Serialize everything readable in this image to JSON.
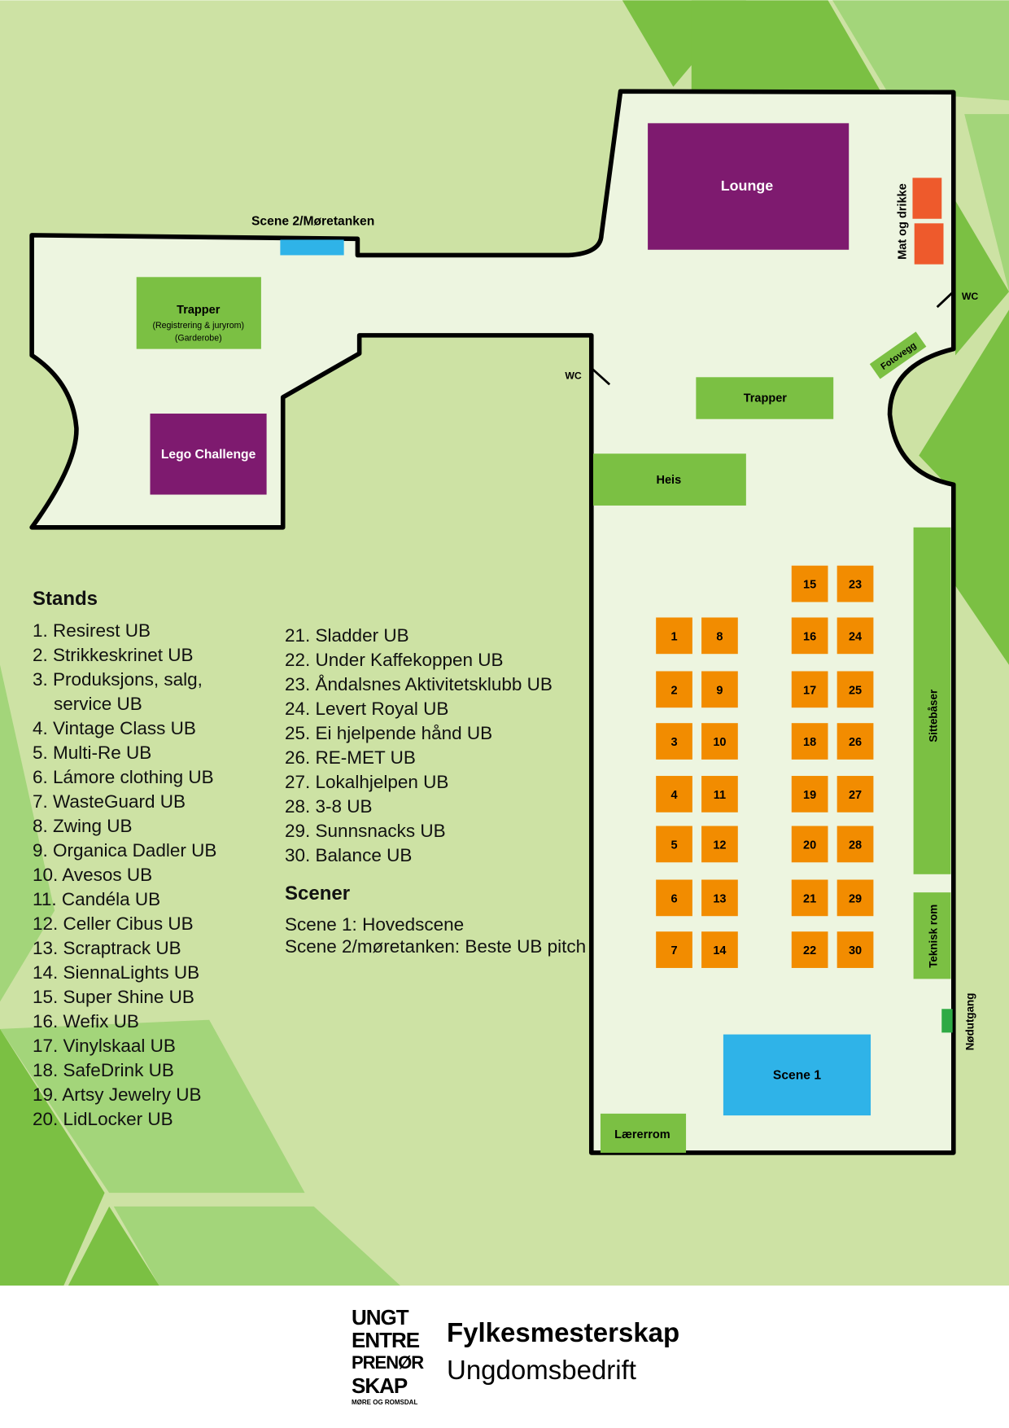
{
  "colors": {
    "background": "#cde2a4",
    "floor": "#edf5e0",
    "green_room": "#7bc043",
    "purple_room": "#7e1a6f",
    "stand": "#f28c00",
    "food": "#ee5a2c",
    "stage": "#2fb3e8"
  },
  "rooms": {
    "scene2_label": "Scene 2/Møretanken",
    "trapper_left": "Trapper",
    "trapper_left_sub1": "(Registrering & juryrom)",
    "trapper_left_sub2": "(Garderobe)",
    "lego": "Lego Challenge",
    "lounge": "Lounge",
    "food": "Mat og drikke",
    "wc": "WC",
    "fotovegg": "Fotovegg",
    "trapper_right": "Trapper",
    "heis": "Heis",
    "sittebaser": "Sittebåser",
    "teknisk": "Teknisk rom",
    "nodutgang": "Nødutgang",
    "scene1": "Scene 1",
    "laererrom": "Lærerrom"
  },
  "stand_grid": {
    "left_col_a": [
      "1",
      "2",
      "3",
      "4",
      "5",
      "6",
      "7"
    ],
    "left_col_b": [
      "8",
      "9",
      "10",
      "11",
      "12",
      "13",
      "14"
    ],
    "right_col_a": [
      "15",
      "16",
      "17",
      "18",
      "19",
      "20",
      "21",
      "22"
    ],
    "right_col_b": [
      "23",
      "24",
      "25",
      "26",
      "27",
      "28",
      "29",
      "30"
    ]
  },
  "legend": {
    "stands_title": "Stands",
    "stands": [
      "1. Resirest UB",
      "2. Strikkeskrinet UB",
      "3. Produksjons, salg,",
      "service UB",
      "4. Vintage Class UB",
      "5. Multi-Re UB",
      "6. Lámore clothing UB",
      "7. WasteGuard UB",
      "8. Zwing UB",
      "9. Organica Dadler UB",
      "10. Avesos UB",
      "11. Candéla UB",
      "12. Celler Cibus UB",
      "13. Scraptrack UB",
      "14. SiennaLights UB",
      "15. Super Shine UB",
      "16. Wefix UB",
      "17. Vinylskaal UB",
      "18. SafeDrink UB",
      "19. Artsy Jewelry UB",
      "20. LidLocker UB",
      "21. Sladder UB",
      "22. Under Kaffekoppen UB",
      "23. Åndalsnes Aktivitetsklubb UB",
      "24. Levert Royal UB",
      "25. Ei hjelpende hånd UB",
      "26. RE-MET UB",
      "27. Lokalhjelpen UB",
      "28. 3-8 UB",
      "29. Sunnsnacks UB",
      "30. Balance UB"
    ],
    "scener_title": "Scener",
    "scener": [
      "Scene 1: Hovedscene",
      "Scene 2/møretanken: Beste UB pitch"
    ]
  },
  "footer": {
    "logo_lines": [
      "UNGT",
      "ENTRE",
      "PRENØR",
      "SKAP"
    ],
    "logo_region": "MØRE OG ROMSDAL",
    "title": "Fylkesmesterskap",
    "subtitle": "Ungdomsbedrift"
  }
}
